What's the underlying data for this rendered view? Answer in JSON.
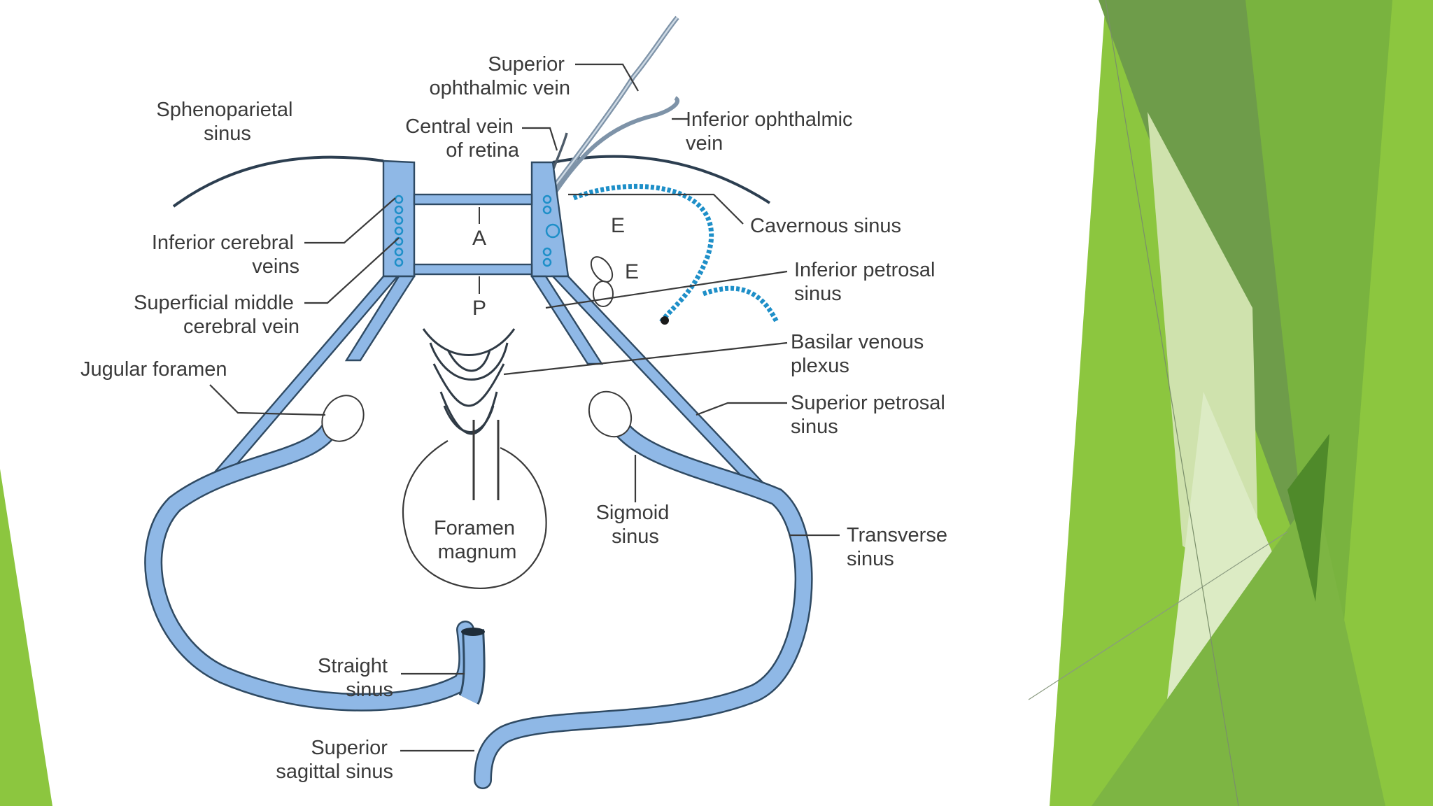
{
  "slide": {
    "theme_colors": {
      "light_green": "#8cc63f",
      "mid_green": "#6aa43a",
      "dark_green": "#5a8f3a",
      "pale_green": "#dcebc4",
      "sinus_fill": "#8fb8e6",
      "dot_blue": "#1e8fc8"
    }
  },
  "diagram": {
    "labels": {
      "superior_ophthalmic_vein": [
        "Superior",
        "ophthalmic vein"
      ],
      "sphenoparietal_sinus": [
        "Sphenoparietal",
        "sinus"
      ],
      "central_vein_of_retina": [
        "Central vein",
        "of retina"
      ],
      "inferior_ophthalmic_vein": [
        "Inferior ophthalmic",
        "vein"
      ],
      "cavernous_sinus": [
        "Cavernous sinus"
      ],
      "inferior_cerebral_veins": [
        "Inferior cerebral",
        "veins"
      ],
      "inferior_petrosal_sinus": [
        "Inferior petrosal",
        "sinus"
      ],
      "superficial_middle_cerebral_vein": [
        "Superficial middle",
        "cerebral vein"
      ],
      "basilar_venous_plexus": [
        "Basilar venous",
        "plexus"
      ],
      "jugular_foramen": [
        "Jugular foramen"
      ],
      "superior_petrosal_sinus": [
        "Superior petrosal",
        "sinus"
      ],
      "foramen_magnum": [
        "Foramen",
        "magnum"
      ],
      "sigmoid_sinus": [
        "Sigmoid",
        "sinus"
      ],
      "transverse_sinus": [
        "Transverse",
        "sinus"
      ],
      "straight_sinus": [
        "Straight",
        "sinus"
      ],
      "superior_sagittal_sinus": [
        "Superior",
        "sagittal sinus"
      ]
    },
    "letters": {
      "anterior": "A",
      "posterior": "P",
      "e_upper": "E",
      "e_lower": "E"
    }
  }
}
